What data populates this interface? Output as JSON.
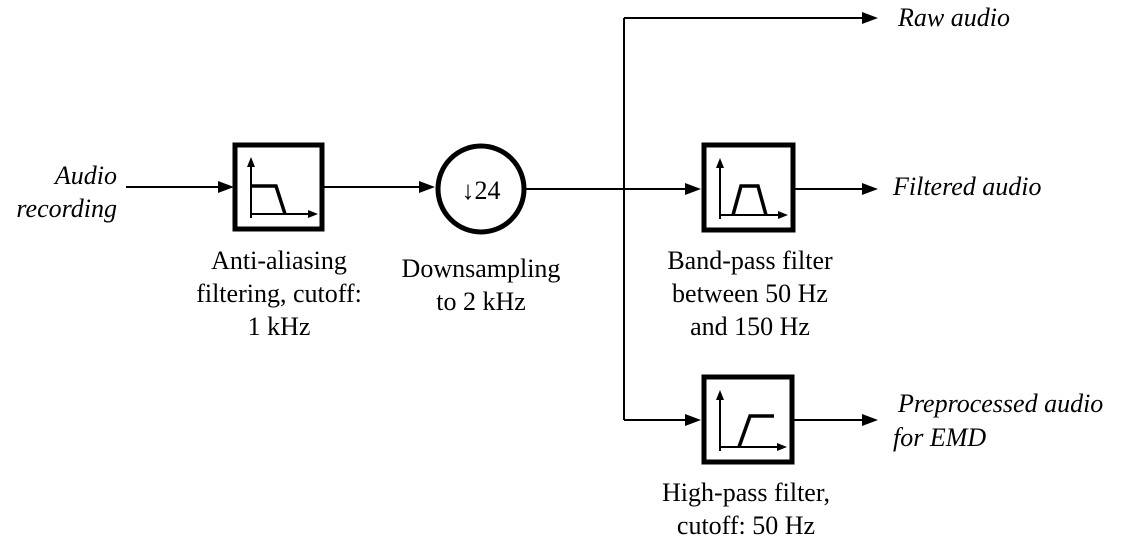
{
  "input": {
    "label_line1": "Audio",
    "label_line2": "recording"
  },
  "anti_aliasing": {
    "icon": "low-pass-filter-icon",
    "caption_line1": "Anti-aliasing",
    "caption_line2": "filtering, cutoff:",
    "caption_line3": "1 kHz"
  },
  "downsampling": {
    "symbol": "↓24",
    "caption_line1": "Downsampling",
    "caption_line2": "to 2 kHz"
  },
  "band_pass": {
    "icon": "band-pass-filter-icon",
    "caption_line1": "Band-pass filter",
    "caption_line2": "between 50 Hz",
    "caption_line3": "and 150 Hz"
  },
  "high_pass": {
    "icon": "high-pass-filter-icon",
    "caption_line1": "High-pass filter,",
    "caption_line2": "cutoff: 50 Hz"
  },
  "outputs": {
    "raw": "Raw audio",
    "filtered": "Filtered audio",
    "preprocessed_line1": "Preprocessed audio",
    "preprocessed_line2": "for EMD"
  }
}
